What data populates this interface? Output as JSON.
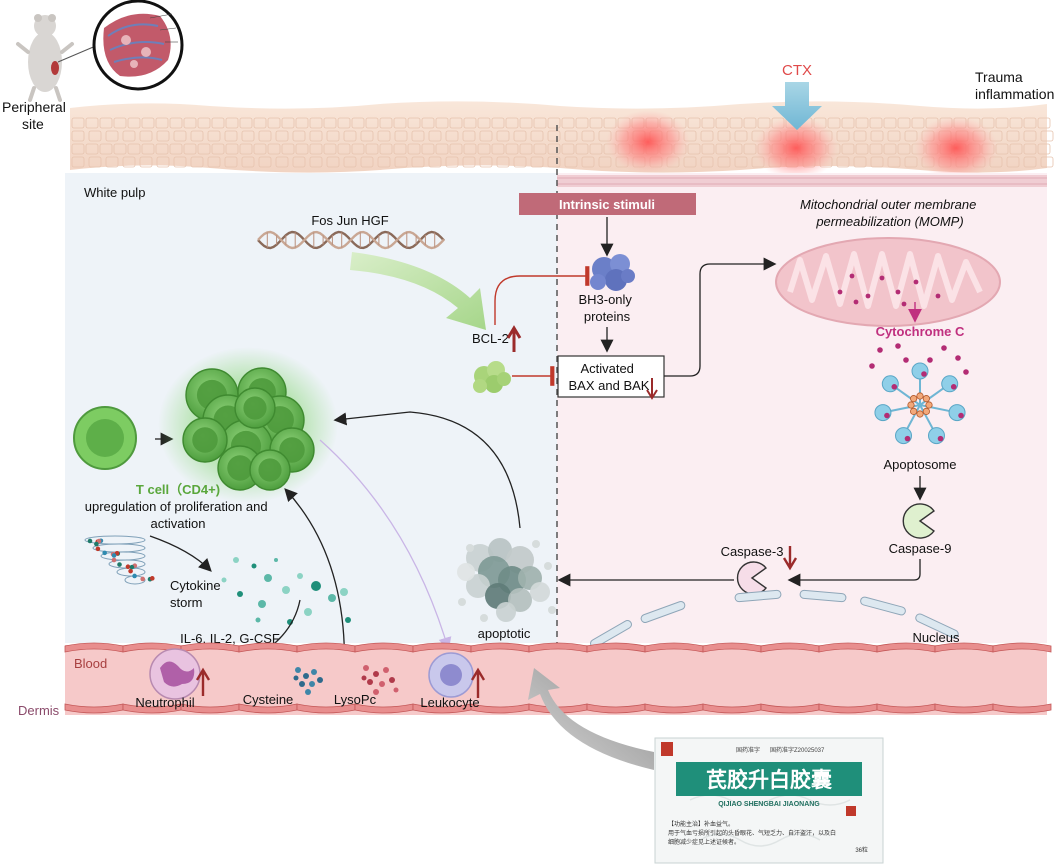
{
  "labels": {
    "peripheral_site": "Peripheral\nsite",
    "ctx": "CTX",
    "trauma": "Trauma\ninflammation",
    "white_pulp": "White pulp",
    "intrinsic_stimuli": "Intrinsic  stimuli",
    "momp": "Mitochondrial outer membrane\npermeabilization (MOMP)",
    "fos_jun_hgf": "Fos Jun HGF",
    "bh3_only": "BH3-only\nproteins",
    "bcl2": "BCL-2",
    "activated_bax_bak": "Activated\nBAX and BAK",
    "cytochrome_c": "Cytochrome C",
    "apoptosome": "Apoptosome",
    "caspase9": "Caspase-9",
    "caspase3": "Caspase-3",
    "t_cell": "T cell（CD4+)",
    "upregulation": "upregulation of proliferation and\nactivation",
    "cytokine_storm": "Cytokine\nstorm",
    "cytokines": "IL-6, IL-2, G-CSF",
    "apoptotic": "apoptotic",
    "nucleus": "Nucleus",
    "blood": "Blood",
    "dermis": "Dermis",
    "neutrophil": "Neutrophil",
    "cysteine": "Cysteine",
    "lysopc": "LysoPc",
    "leukocyte": "Leukocyte"
  },
  "drug_box": {
    "title": "芪胶升白胶囊",
    "pinyin": "QIJIAO  SHENGBAI JIAONANG",
    "header_left": "国药准字",
    "header_right": "国药准字Z20025037",
    "desc_line1": "【功能主治】补血益气。",
    "desc_line2": "用于气血亏损所引起的头昏眼花、气短乏力、自汗盗汗，以及白",
    "desc_line3": "细胞减少症见上述证候者。",
    "count": "36粒"
  },
  "colors": {
    "white_pulp_bg": "#eef3f8",
    "right_panel_bg": "#fbeef2",
    "blood_vessel": "#f6c9c9",
    "intrinsic_bar": "#c06a78",
    "cytochrome": "#c0307f",
    "t_cell_label": "#5aa73c",
    "up_arrow": "#9b2b2b"
  }
}
